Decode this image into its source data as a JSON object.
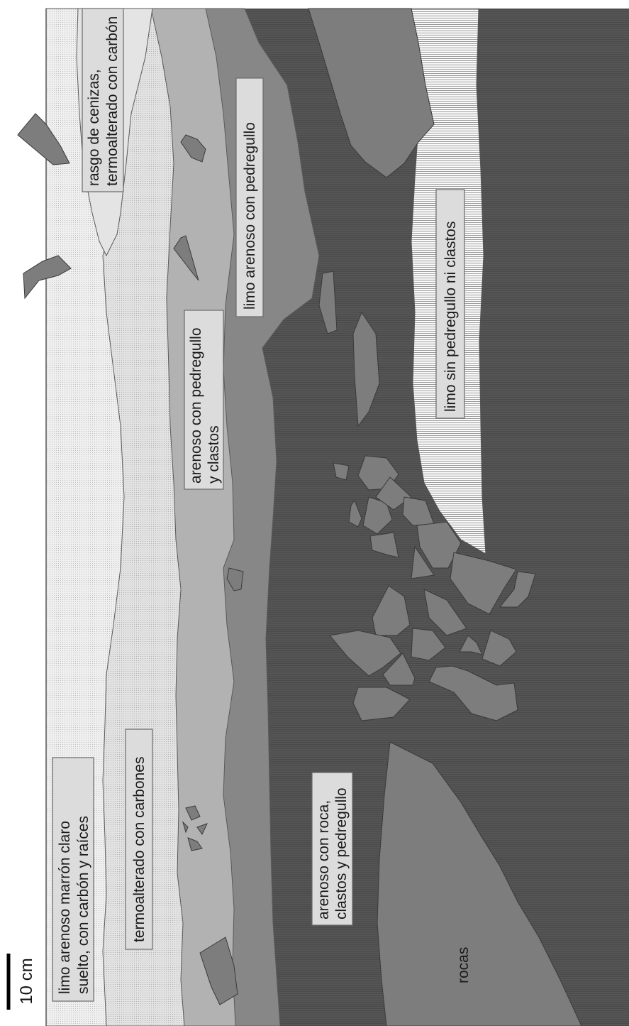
{
  "scale_bar": {
    "label": "10 cm"
  },
  "layers": [
    {
      "id": "layer-1",
      "label": "limo arenoso marrón claro suelto, con carbón y raíces",
      "color": "#eeeeee"
    },
    {
      "id": "layer-2",
      "label": "rasgo de cenizas, termoalterado con carbón",
      "color": "#e4e4e4"
    },
    {
      "id": "layer-3",
      "label": "termoalterado con carbones",
      "color": "#dadada"
    },
    {
      "id": "layer-4",
      "label": "arenoso con pedregullo y clastos",
      "color": "#b2b2b2"
    },
    {
      "id": "layer-5",
      "label": "limo arenoso con pedregullo",
      "color": "#878787"
    },
    {
      "id": "layer-6",
      "label": "limo sin pedregullo ni clastos",
      "color": "#f7f7f7"
    },
    {
      "id": "layer-7",
      "label": "arenoso con roca, clastos y pedregullo",
      "color": "#545454"
    },
    {
      "id": "rocks",
      "label": "rocas",
      "color": "#7d7d7d"
    }
  ],
  "labels": {
    "l1_line1": "limo arenoso marrón claro",
    "l1_line2": "suelto, con carbón y raíces",
    "l2_line1": "rasgo de cenizas,",
    "l2_line2": "termoalterado con carbón",
    "l3": "termoalterado con carbones",
    "l4_line1": "arenoso con pedregullo",
    "l4_line2": "y clastos",
    "l5": "limo arenoso con pedregullo",
    "l6": "limo sin pedregullo ni clastos",
    "l7_line1": "arenoso con roca,",
    "l7_line2": "clastos y pedregullo",
    "rocks": "rocas"
  }
}
